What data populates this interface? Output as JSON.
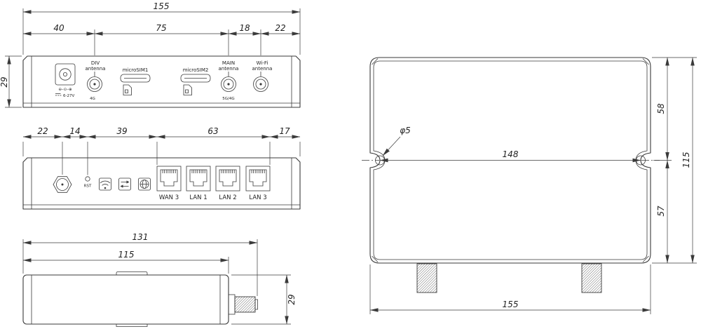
{
  "meta": {
    "drawing_title": "Industrial router dimensional drawing",
    "units": "mm",
    "colors": {
      "ink": "#3a3a3a",
      "text": "#222222",
      "background": "#ffffff"
    }
  },
  "front_view": {
    "dim_total": "155",
    "dim_left_edge_to_div": "40",
    "dim_div_to_main": "75",
    "dim_main_to_wifi": "18",
    "dim_wifi_to_edge": "22",
    "dim_height": "29",
    "power_polarity": "⊖–⊙–⊕",
    "power_rating": "6-27V",
    "div_antenna_line1": "DIV",
    "div_antenna_line2": "antenna",
    "div_tag": "4G",
    "microsim1_label": "microSIM1",
    "microsim2_label": "microSIM2",
    "main_antenna_line1": "MAIN",
    "main_antenna_line2": "antenna",
    "main_tag": "5G/4G",
    "wifi_antenna_line1": "Wi-Fi",
    "wifi_antenna_line2": "antenna"
  },
  "back_view": {
    "dim_edge_to_antenna": "22",
    "dim_antenna_to_rst": "14",
    "dim_rst_to_ports": "39",
    "dim_ports_width": "63",
    "dim_ports_to_edge": "17",
    "rst_label": "RST",
    "ports": [
      "WAN 3",
      "LAN 1",
      "LAN 2",
      "LAN 3"
    ]
  },
  "side_view": {
    "dim_total_with_connector": "131",
    "dim_body_depth": "115",
    "dim_height": "29"
  },
  "top_view": {
    "dim_width": "155",
    "dim_hole_spacing": "148",
    "dim_depth": "115",
    "dim_top_to_center": "58",
    "dim_center_to_bottom": "57",
    "hole_diameter": "φ5"
  }
}
